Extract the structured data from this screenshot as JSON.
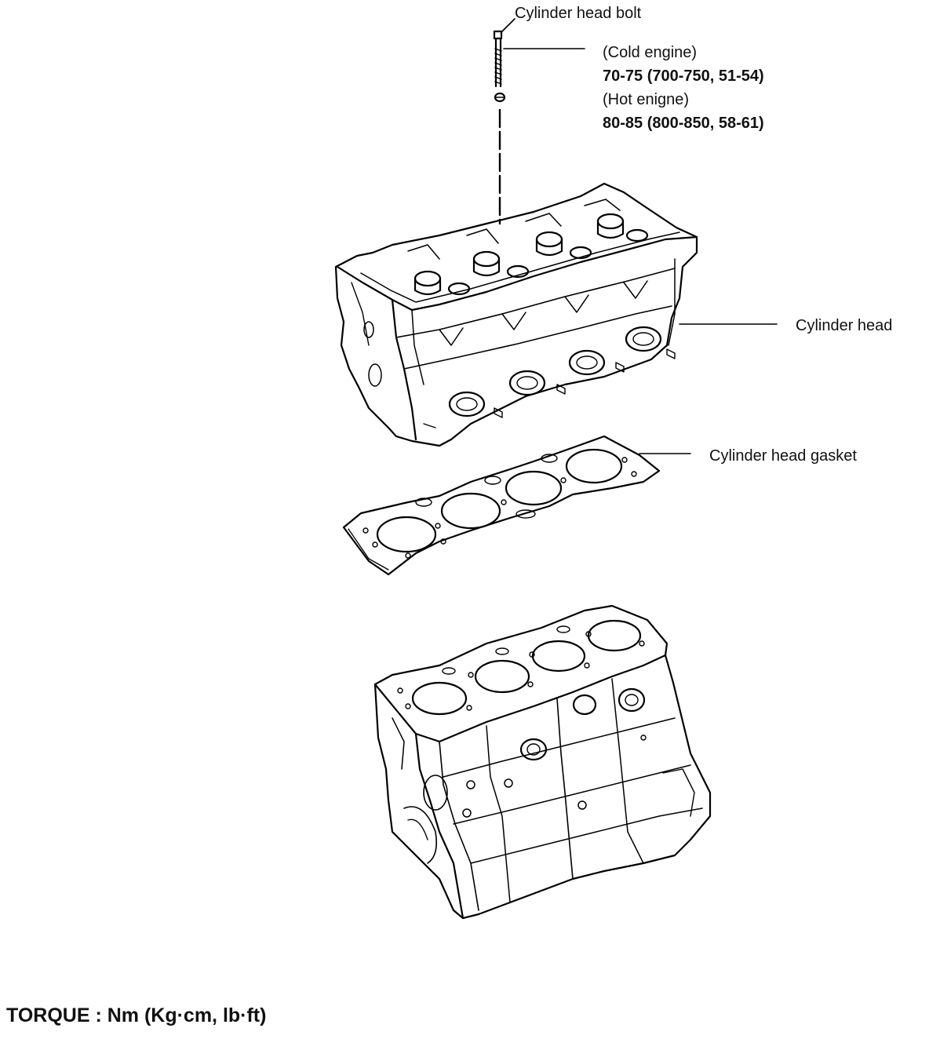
{
  "labels": {
    "bolt": "Cylinder head bolt",
    "head": "Cylinder head",
    "gasket": "Cylinder head gasket"
  },
  "torque_spec": {
    "cold_label": "(Cold engine)",
    "cold_value": "70-75 (700-750, 51-54)",
    "hot_label": "(Hot enigne)",
    "hot_value": "80-85 (800-850, 58-61)"
  },
  "footer": {
    "torque_units": "TORQUE : Nm (Kg·cm, lb·ft)"
  }
}
